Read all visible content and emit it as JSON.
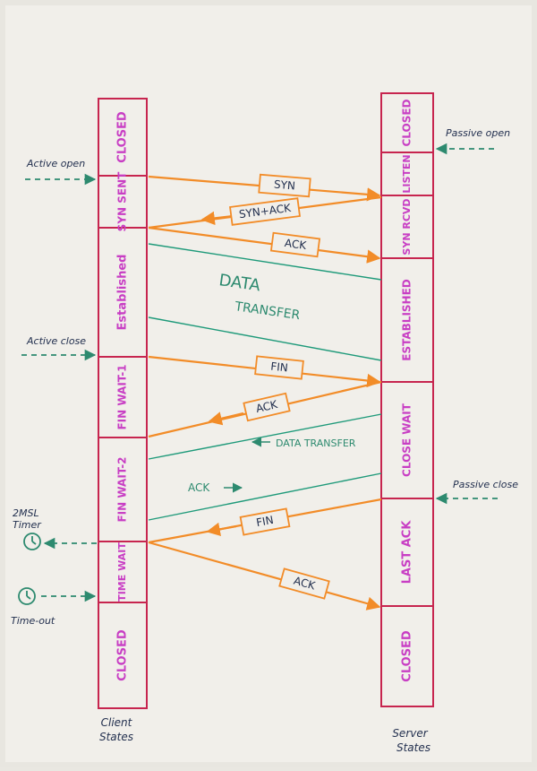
{
  "colors": {
    "paper": "#f1efea",
    "box_border": "#c7254f",
    "state_text": "#c83ec4",
    "message_line": "#f28c28",
    "data_line": "#1f9a7a",
    "note_text": "#2d8a6f",
    "caption_text": "#23304f"
  },
  "client": {
    "caption_line1": "Client",
    "caption_line2": "States",
    "states": [
      {
        "label": "CLOSED"
      },
      {
        "label": "SYN SENT"
      },
      {
        "label": "Established"
      },
      {
        "label": "FIN WAIT-1"
      },
      {
        "label": "FIN WAIT-2"
      },
      {
        "label": "TIME WAIT"
      },
      {
        "label": "CLOSED"
      }
    ]
  },
  "server": {
    "caption_line1": "Server",
    "caption_line2": "States",
    "states": [
      {
        "label": "CLOSED"
      },
      {
        "label": "LISTEN"
      },
      {
        "label": "SYN RCVD"
      },
      {
        "label": "ESTABLISHED"
      },
      {
        "label": "CLOSE WAIT"
      },
      {
        "label": "LAST ACK"
      },
      {
        "label": "CLOSED"
      }
    ]
  },
  "messages": {
    "syn": "SYN",
    "syn_ack": "SYN+ACK",
    "ack1": "ACK",
    "fin1": "FIN",
    "ack2": "ACK",
    "fin2": "FIN",
    "ack3": "ACK"
  },
  "annotations": {
    "data_transfer_line1": "DATA",
    "data_transfer_line2": "TRANSFER",
    "data_transfer_back": "DATA TRANSFER",
    "ack_forward": "ACK",
    "active_open": "Active open",
    "passive_open": "Passive open",
    "active_close": "Active close",
    "passive_close": "Passive close",
    "timer_line1": "2MSL",
    "timer_line2": "Timer",
    "time_out": "Time-out"
  }
}
